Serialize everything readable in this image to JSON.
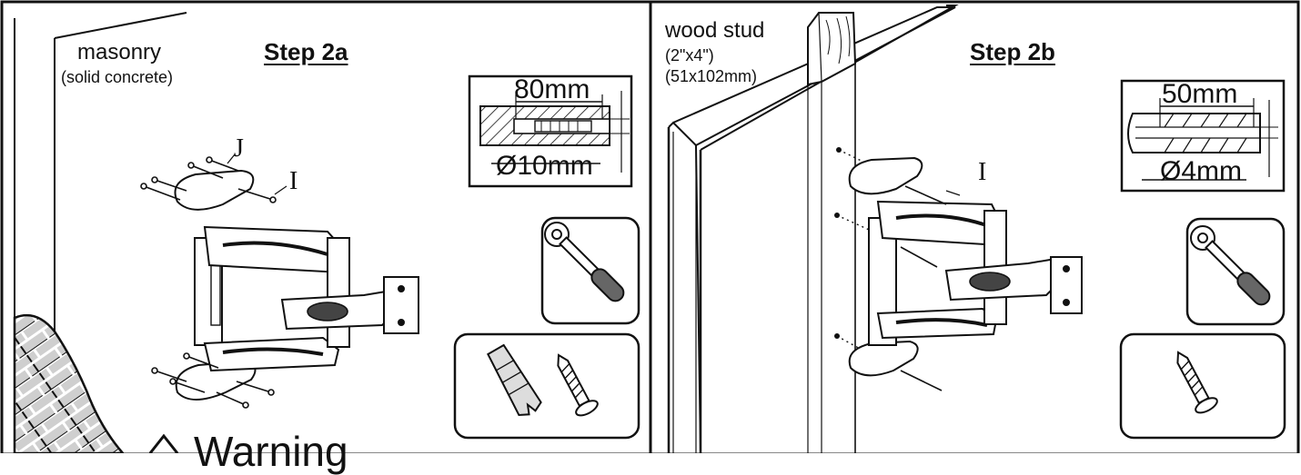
{
  "panel_a": {
    "material_label": "masonry",
    "material_note": "(solid concrete)",
    "step_title": "Step 2a",
    "drill_depth": "80mm",
    "drill_diameter": "Ø10mm",
    "callout_j": "J",
    "callout_i": "I"
  },
  "panel_b": {
    "material_label": "wood stud",
    "size_imperial": "(2\"x4\")",
    "size_metric": "(51x102mm)",
    "step_title": "Step 2b",
    "drill_depth": "50mm",
    "drill_diameter": "Ø4mm",
    "callout_i": "I"
  },
  "warning": {
    "text": "Warning"
  }
}
